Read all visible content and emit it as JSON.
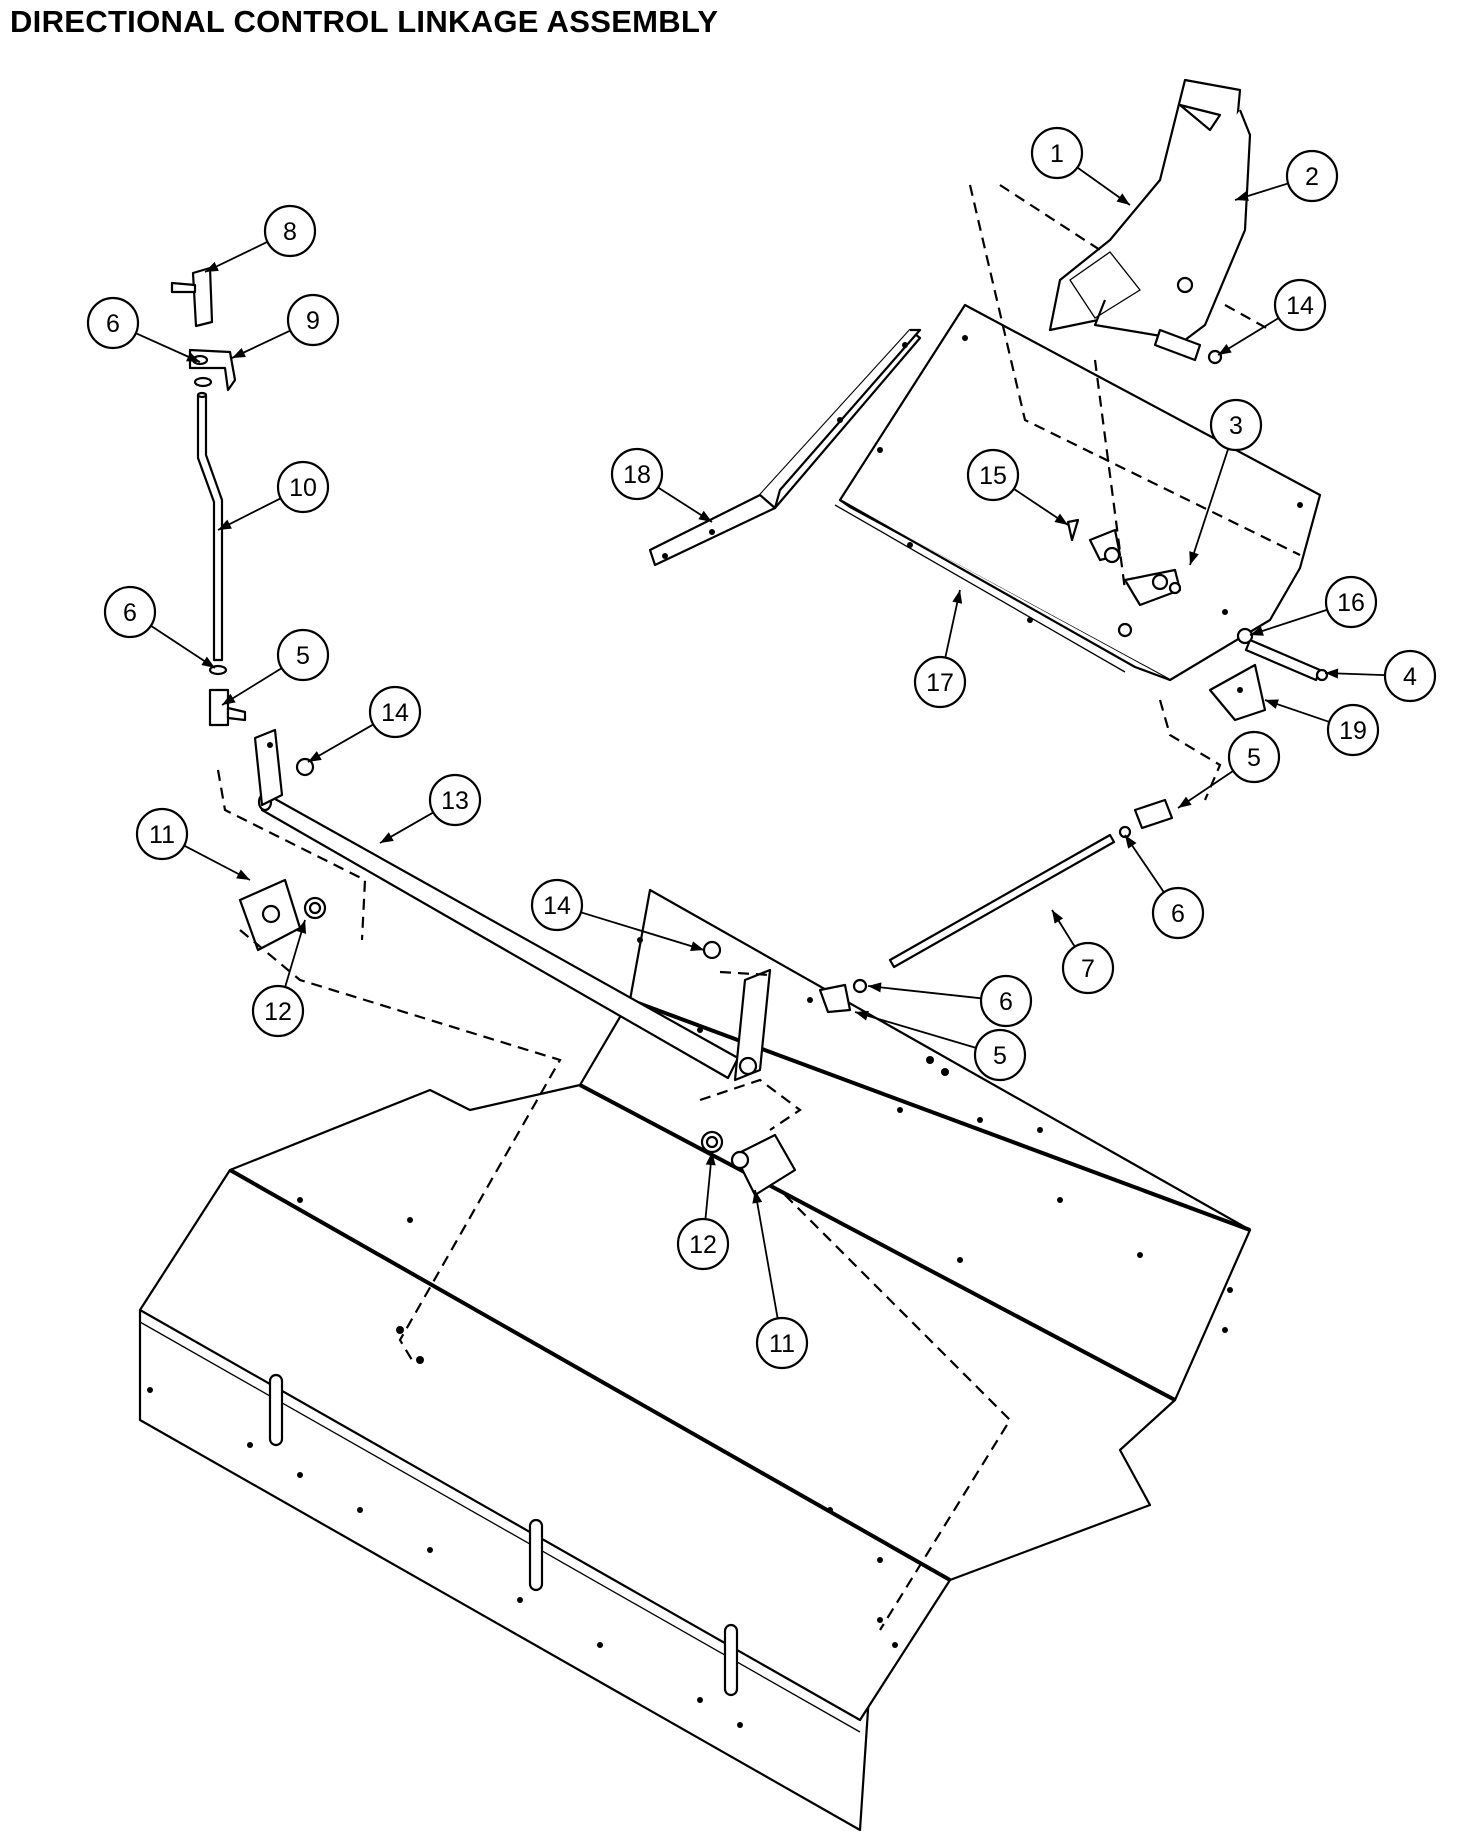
{
  "title": "DIRECTIONAL CONTROL LINKAGE ASSEMBLY",
  "callouts": [
    {
      "label": "1"
    },
    {
      "label": "2"
    },
    {
      "label": "14"
    },
    {
      "label": "3"
    },
    {
      "label": "15"
    },
    {
      "label": "18"
    },
    {
      "label": "16"
    },
    {
      "label": "4"
    },
    {
      "label": "17"
    },
    {
      "label": "19"
    },
    {
      "label": "8"
    },
    {
      "label": "6"
    },
    {
      "label": "9"
    },
    {
      "label": "10"
    },
    {
      "label": "6"
    },
    {
      "label": "5"
    },
    {
      "label": "14"
    },
    {
      "label": "13"
    },
    {
      "label": "11"
    },
    {
      "label": "12"
    },
    {
      "label": "5"
    },
    {
      "label": "6"
    },
    {
      "label": "14"
    },
    {
      "label": "7"
    },
    {
      "label": "6"
    },
    {
      "label": "5"
    },
    {
      "label": "12"
    },
    {
      "label": "11"
    }
  ]
}
